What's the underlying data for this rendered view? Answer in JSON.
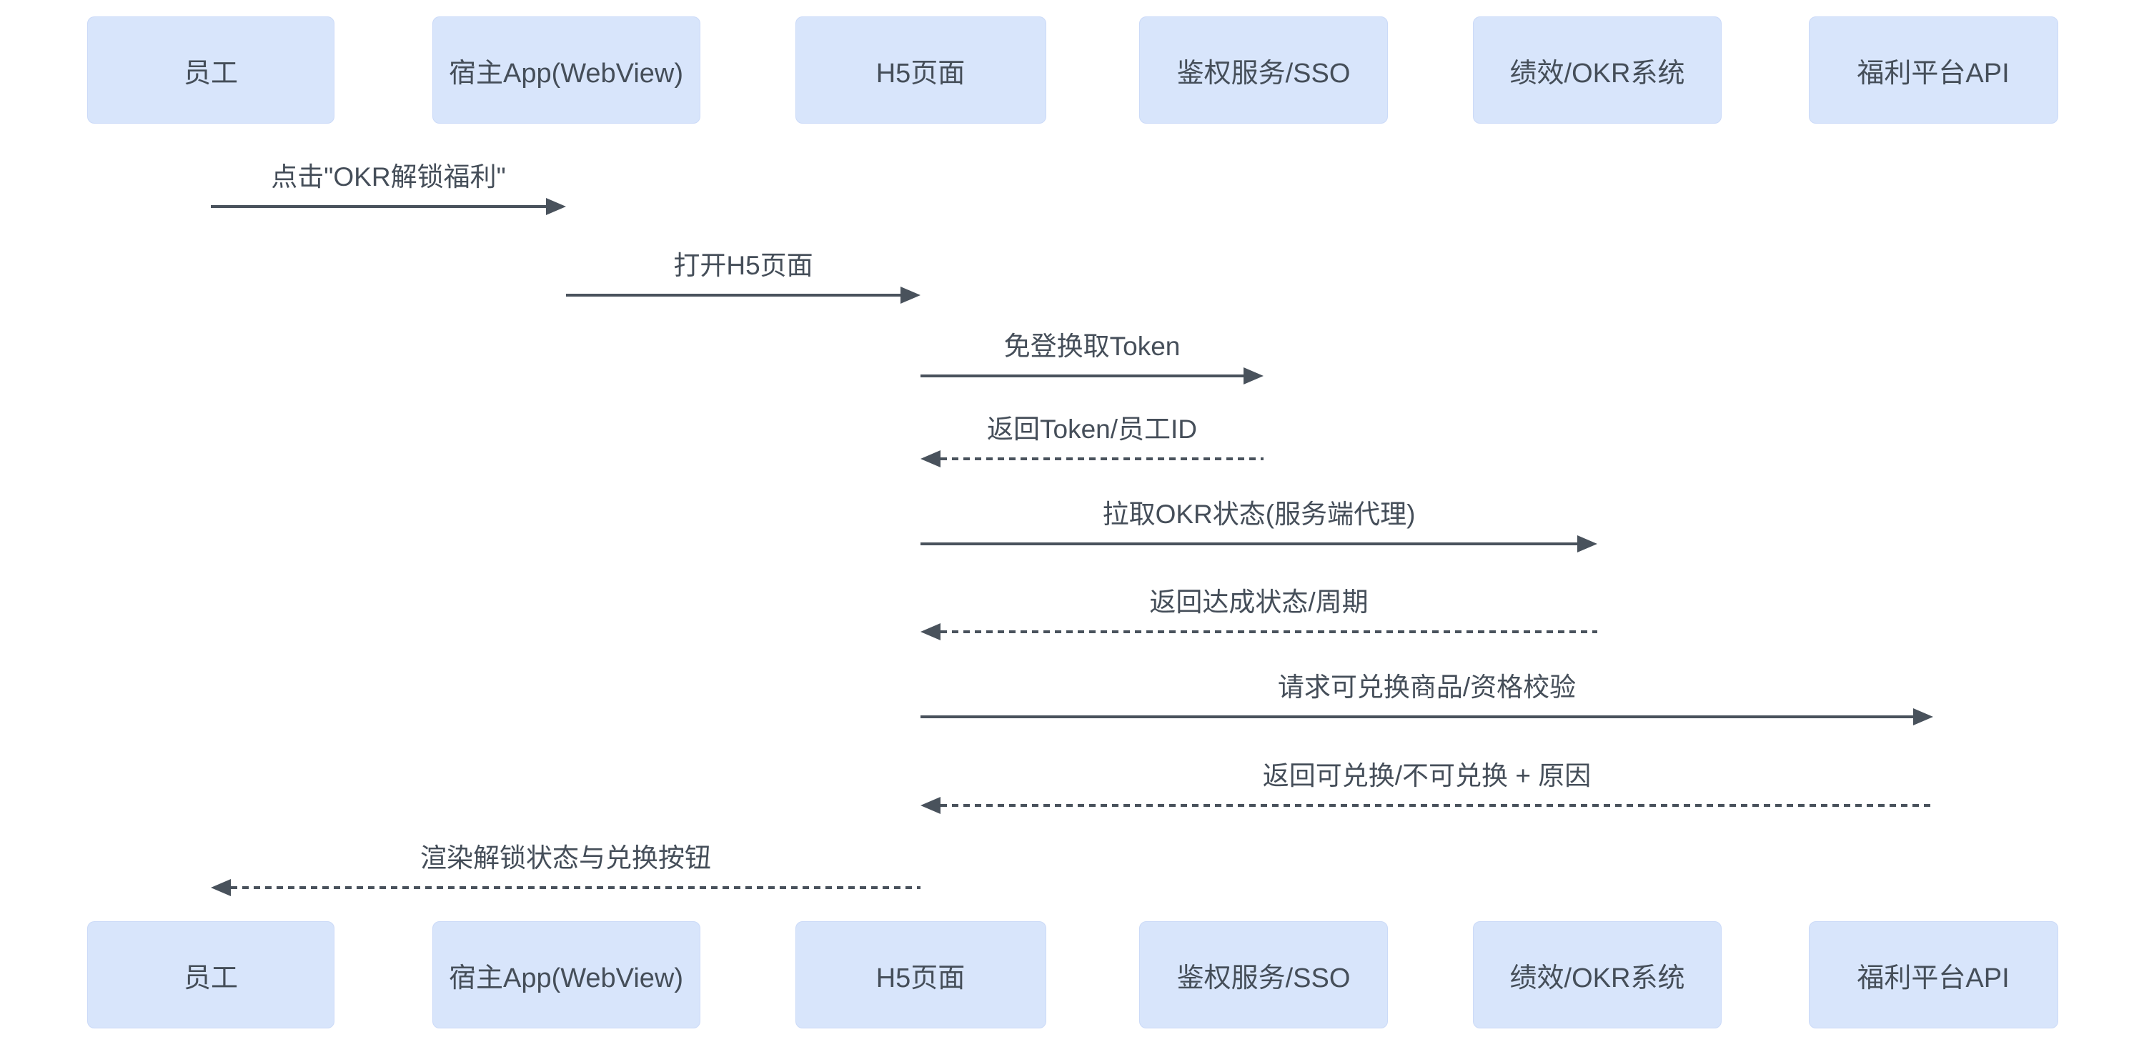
{
  "diagram_type": "sequence-diagram",
  "actors": [
    {
      "id": "employee",
      "label": "员工"
    },
    {
      "id": "host-app",
      "label": "宿主App(WebView)"
    },
    {
      "id": "h5-page",
      "label": "H5页面"
    },
    {
      "id": "sso",
      "label": "鉴权服务/SSO"
    },
    {
      "id": "okr-system",
      "label": "绩效/OKR系统"
    },
    {
      "id": "benefits-api",
      "label": "福利平台API"
    }
  ],
  "messages": [
    {
      "label": "点击\"OKR解锁福利\"",
      "from": "employee",
      "to": "host-app",
      "line": "solid"
    },
    {
      "label": "打开H5页面",
      "from": "host-app",
      "to": "h5-page",
      "line": "solid"
    },
    {
      "label": "免登换取Token",
      "from": "h5-page",
      "to": "sso",
      "line": "solid"
    },
    {
      "label": "返回Token/员工ID",
      "from": "sso",
      "to": "h5-page",
      "line": "dashed"
    },
    {
      "label": "拉取OKR状态(服务端代理)",
      "from": "h5-page",
      "to": "okr-system",
      "line": "solid"
    },
    {
      "label": "返回达成状态/周期",
      "from": "okr-system",
      "to": "h5-page",
      "line": "dashed"
    },
    {
      "label": "请求可兑换商品/资格校验",
      "from": "h5-page",
      "to": "benefits-api",
      "line": "solid"
    },
    {
      "label": "返回可兑换/不可兑换 + 原因",
      "from": "benefits-api",
      "to": "h5-page",
      "line": "dashed"
    },
    {
      "label": "渲染解锁状态与兑换按钮",
      "from": "h5-page",
      "to": "employee",
      "line": "dashed"
    }
  ],
  "colors": {
    "actor_fill": "#d8e5fb",
    "actor_border": "#cbdaf8",
    "text_ink": "#454e59",
    "arrow_ink": "#49525c",
    "background": "#ffffff"
  }
}
